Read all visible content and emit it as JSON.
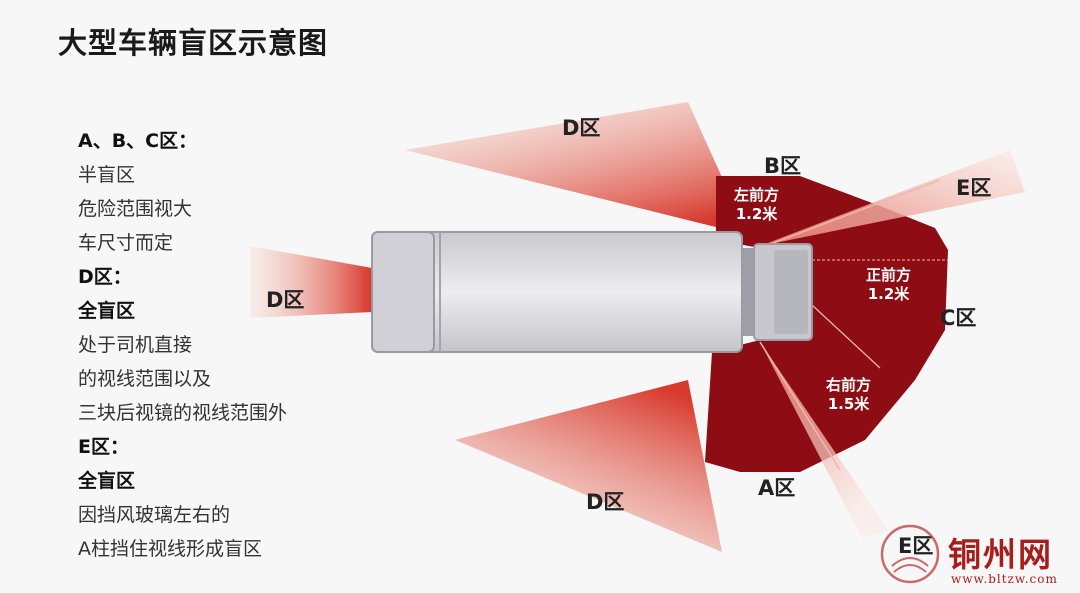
{
  "title": "大型车辆盲区示意图",
  "legend": [
    {
      "text": "A、B、C区：",
      "bold": true
    },
    {
      "text": "半盲区",
      "bold": false
    },
    {
      "text": "危险范围视大",
      "bold": false
    },
    {
      "text": "车尺寸而定",
      "bold": false
    },
    {
      "text": "D区：",
      "bold": true
    },
    {
      "text": "全盲区",
      "bold": true
    },
    {
      "text": "处于司机直接",
      "bold": false
    },
    {
      "text": "的视线范围以及",
      "bold": false
    },
    {
      "text": "三块后视镜的视线范围外",
      "bold": false
    },
    {
      "text": "E区：",
      "bold": true
    },
    {
      "text": "全盲区",
      "bold": true
    },
    {
      "text": "因挡风玻璃左右的",
      "bold": false
    },
    {
      "text": "A柱挡住视线形成盲区",
      "bold": false
    }
  ],
  "zones": {
    "d_top": "D区",
    "d_left": "D区",
    "d_bottom": "D区",
    "b": "B区",
    "c": "C区",
    "e_top": "E区",
    "e_bottom": "E区",
    "a": "A区"
  },
  "distances": {
    "left_front": {
      "name": "左前方",
      "value": "1.2米"
    },
    "front": {
      "name": "正前方",
      "value": "1.2米"
    },
    "right_front": {
      "name": "右前方",
      "value": "1.5米"
    }
  },
  "watermark": {
    "text": "铜州网",
    "url": "www.bltzw.com"
  },
  "colors": {
    "blind_red": "#8e0d14",
    "fan_red": "#d9372b",
    "truck": "#d6d6da"
  }
}
